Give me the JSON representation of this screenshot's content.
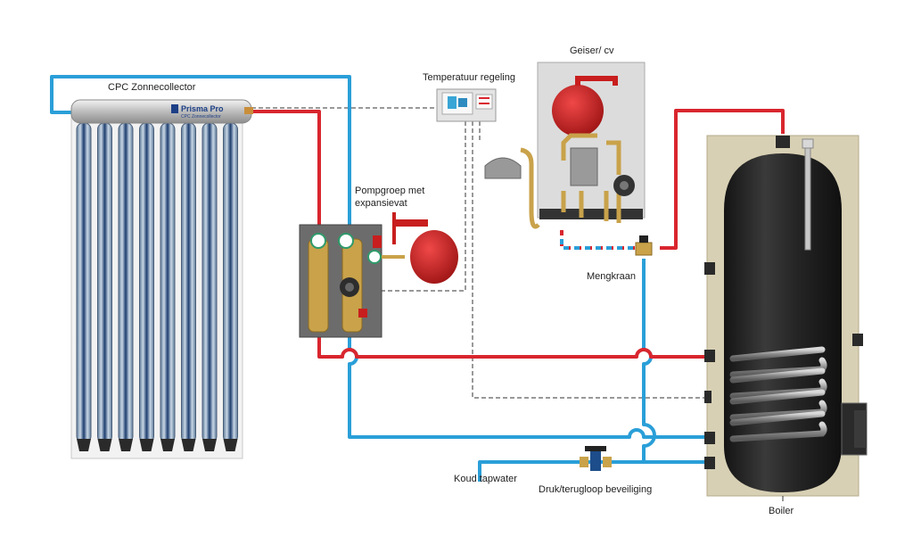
{
  "labels": {
    "collector": "CPC Zonnecollector",
    "temp_control": "Temperatuur regeling",
    "heater": "Geiser/ cv",
    "pump_group_line1": "Pompgroep met",
    "pump_group_line2": "expansievat",
    "mixer": "Mengkraan",
    "cold_water": "Koud tapwater",
    "safety_valve": "Druk/terugloop beveiliging",
    "boiler": "Boiler"
  },
  "collector_brand": {
    "name": "Prisma Pro",
    "tagline": "CPC Zonnecollector"
  },
  "colors": {
    "hot_pipe": "#d9262e",
    "cold_pipe": "#2a9fd8",
    "control_wire": "#333333",
    "vessel": "#c81e1e",
    "brass": "#c9a24a",
    "tank": "#1f1f1f",
    "insulation": "#d8d0b4"
  },
  "collector": {
    "tube_count": 8
  }
}
